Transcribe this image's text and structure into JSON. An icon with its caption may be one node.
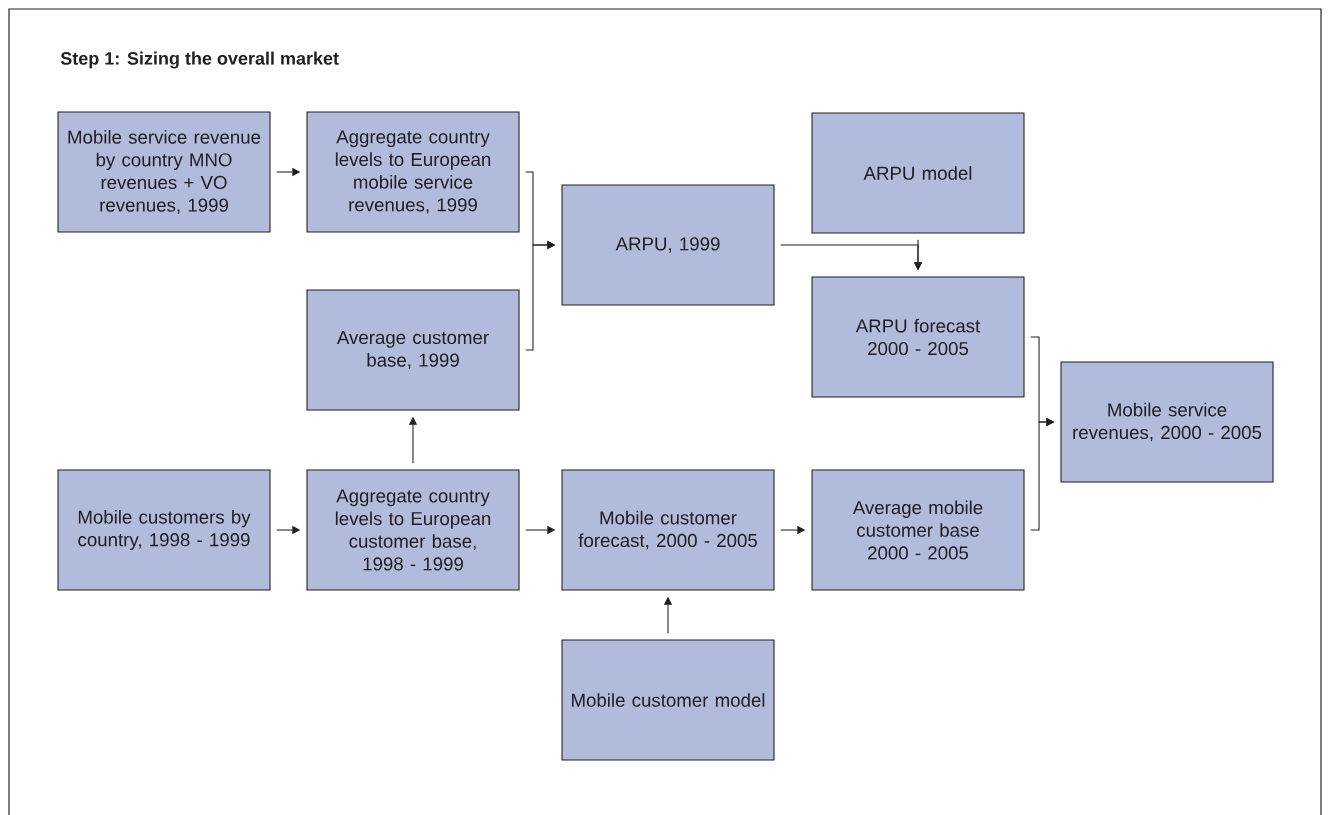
{
  "diagram": {
    "title": "Step 1: Sizing the overall market",
    "nodes": [
      {
        "text": [
          "Mobile service revenue by country MNO revenues + VO revenues, 1999"
        ]
      },
      {
        "text": [
          "Aggregate country levels to European mobile service revenues, 1999"
        ]
      },
      {
        "text": [
          "Average customer base, 1999"
        ]
      },
      {
        "text": [
          "ARPU, 1999"
        ]
      },
      {
        "text": [
          "ARPU model"
        ]
      },
      {
        "text": [
          "ARPU forecast 2000 - 2005"
        ]
      },
      {
        "text": [
          "Mobile service revenues, 2000 - 2005"
        ]
      },
      {
        "text": [
          "Mobile customers by country, 1998 - 1999"
        ]
      },
      {
        "text": [
          "Aggregate country levels to European customer base, 1998 - 1999"
        ]
      },
      {
        "text": [
          "Mobile customer forecast, 2000 - 2005"
        ]
      },
      {
        "text": [
          "Average mobile customer base 2000 - 2005"
        ]
      },
      {
        "text": [
          "Mobile customer model"
        ]
      }
    ],
    "edges": [
      {
        "from": 0,
        "to": 1,
        "arrow": "to"
      },
      {
        "from": 1,
        "to": 3,
        "arrow": "to"
      },
      {
        "from": 2,
        "to": 3,
        "arrow": "to"
      },
      {
        "from": 3,
        "to": 5,
        "arrow": "to"
      },
      {
        "from": 4,
        "to": 5,
        "arrow": "to"
      },
      {
        "from": 5,
        "to": 6,
        "arrow": "to"
      },
      {
        "from": 10,
        "to": 6,
        "arrow": "to"
      },
      {
        "from": 7,
        "to": 8,
        "arrow": "to"
      },
      {
        "from": 8,
        "to": 2,
        "arrow": "to"
      },
      {
        "from": 8,
        "to": 9,
        "arrow": "to"
      },
      {
        "from": 9,
        "to": 10,
        "arrow": "to"
      },
      {
        "from": 11,
        "to": 9,
        "arrow": "to"
      }
    ]
  }
}
